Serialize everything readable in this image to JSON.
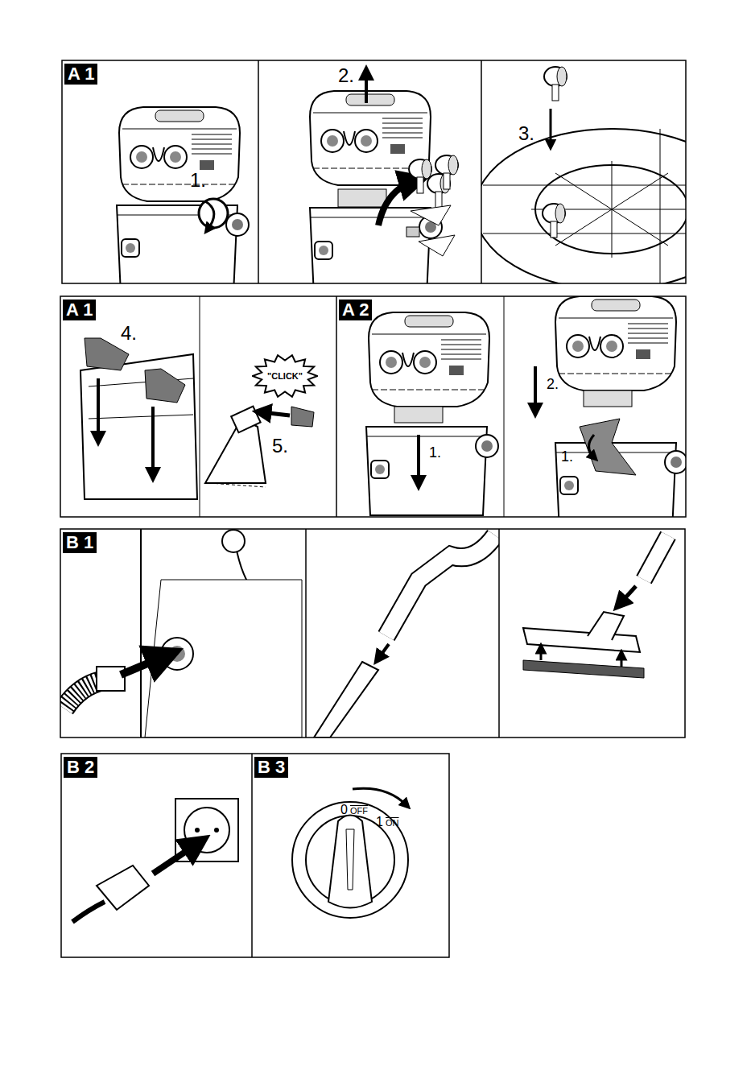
{
  "diagram": {
    "nodes": [
      {
        "text": [
          "A 1"
        ]
      },
      {
        "text": [
          "A 1"
        ]
      },
      {
        "text": [
          "\"CLICK\""
        ]
      },
      {
        "text": [
          "A 2"
        ]
      },
      {
        "text": [
          "B 1"
        ]
      },
      {
        "text": [
          "B 2"
        ]
      },
      {
        "text": [
          "B 3"
        ]
      }
    ],
    "labels": [
      "1.",
      "2.",
      "3.",
      "4.",
      "5.",
      "1.",
      "2.",
      "1.",
      "0",
      "OFF",
      "1",
      "ON"
    ]
  }
}
